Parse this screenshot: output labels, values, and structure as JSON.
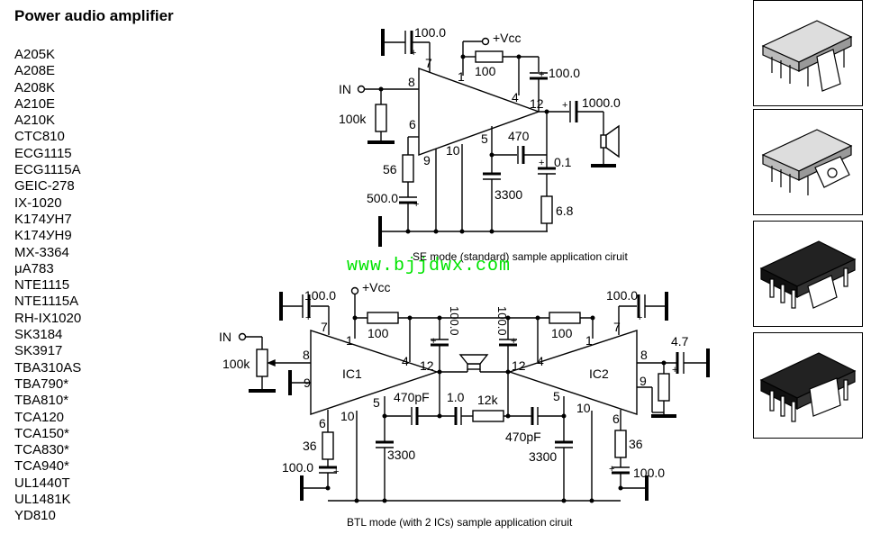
{
  "title": "Power audio amplifier",
  "parts": [
    "A205K",
    "A208E",
    "A208K",
    "A210E",
    "A210K",
    "CTC810",
    "ECG1115",
    "ECG1115A",
    "GEIC-278",
    "IX-1020",
    "K174УН7",
    "K174УН9",
    "MX-3364",
    "μA783",
    "NTE1115",
    "NTE1115A",
    "RH-IX1020",
    "SK3184",
    "SK3917",
    "TBA310AS",
    "TBA790*",
    "TBA810*",
    "TCA120",
    "TCA150*",
    "TCA830*",
    "TCA940*",
    "UL1440T",
    "UL1481K",
    "YD810"
  ],
  "watermark": "www.bjjdwx.com",
  "se": {
    "caption": "SE mode (standard) sample application ciruit",
    "in": "IN",
    "vcc": "+Vcc",
    "c_top": "100.0",
    "r_top": "100",
    "c_vcc": "100.0",
    "c_out": "1000.0",
    "r_in": "100k",
    "r_fb": "56",
    "c_fb": "500.0",
    "c_470": "470",
    "c_3300": "3300",
    "c_01": "0.1",
    "r_68": "6.8",
    "pins": {
      "p7": "7",
      "p1": "1",
      "p8": "8",
      "p6": "6",
      "p9": "9",
      "p10": "10",
      "p5": "5",
      "p4": "4",
      "p12": "12"
    },
    "plus": "+"
  },
  "btl": {
    "caption": "BTL mode (with 2 ICs) sample application ciruit",
    "in": "IN",
    "vcc": "+Vcc",
    "ic1": "IC1",
    "ic2": "IC2",
    "c_left": "100.0",
    "c_right": "100.0",
    "r_left": "100",
    "r_right": "100",
    "c_vert_left": "100.0",
    "c_vert_right": "100.0",
    "pot": "100k",
    "c_47": "4.7",
    "c_470pF_left": "470pF",
    "c_470pF_right": "470pF",
    "c_10": "1.0",
    "r_12k": "12k",
    "c_3300_left": "3300",
    "c_3300_right": "3300",
    "r_36_left": "36",
    "r_36_right": "36",
    "c_bot_left": "100.0",
    "c_bot_right": "100.0",
    "pins": {
      "l7": "7",
      "l1": "1",
      "l8": "8",
      "l9": "9",
      "l6": "6",
      "l10": "10",
      "l5": "5",
      "l4": "4",
      "l12": "12",
      "r7": "7",
      "r1": "1",
      "r8": "8",
      "r9": "9",
      "r6": "6",
      "r10": "10",
      "r5": "5",
      "r4": "4",
      "r12": "12"
    },
    "plus": "+"
  }
}
